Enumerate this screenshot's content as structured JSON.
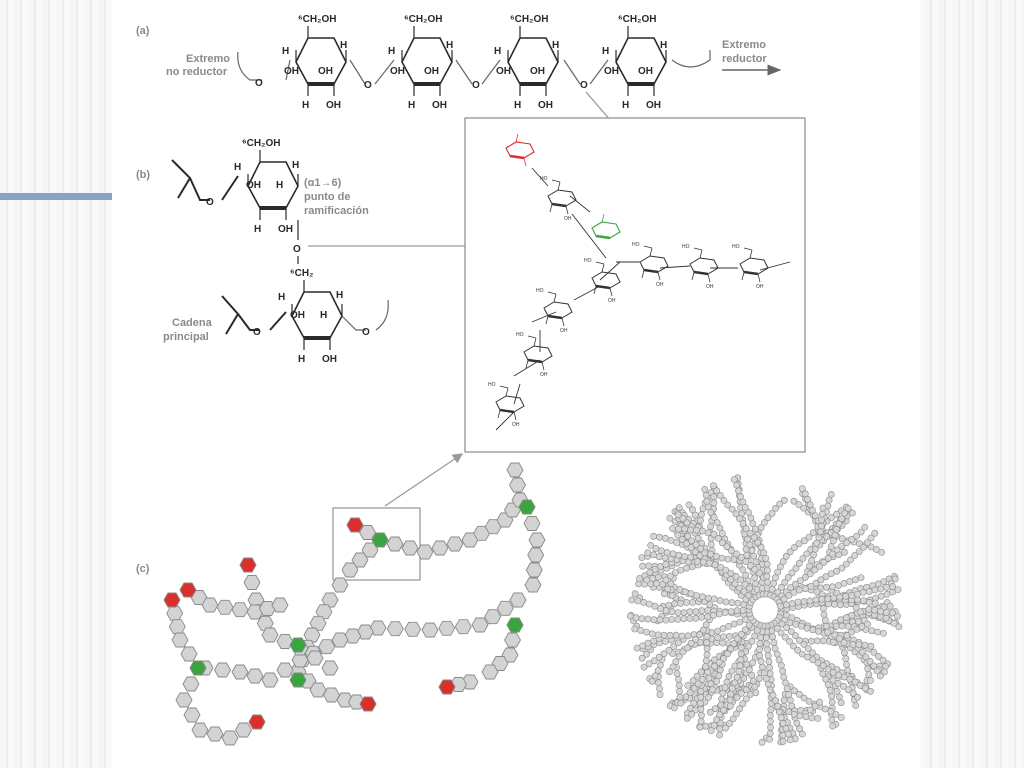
{
  "panels": {
    "a": {
      "tag": "(a)",
      "left_end_line1": "Extremo",
      "left_end_line2": "no reductor",
      "right_end_line1": "Extremo",
      "right_end_line2": "reductor",
      "ring_top": "⁶CH₂OH",
      "hydroxyl": "OH",
      "hydrogen": "H",
      "oxygen": "O"
    },
    "b": {
      "tag": "(b)",
      "bond_label": "(α1→6)",
      "branch_line1": "punto de",
      "branch_line2": "ramificación",
      "ring_top": "⁶CH₂OH",
      "link_group": "⁶CH₂",
      "main_line1": "Cadena",
      "main_line2": "principal",
      "hydroxyl": "OH",
      "hydrogen": "H",
      "oxygen": "O"
    },
    "c": {
      "tag": "(c)"
    }
  },
  "colors": {
    "unit_gray": "#d3d3d3",
    "nonreducing_end_red": "#d9302c",
    "branch_point_green": "#3aa53f",
    "label_gray": "#8a8a8a",
    "accent_bar": "#8aa3c4"
  }
}
